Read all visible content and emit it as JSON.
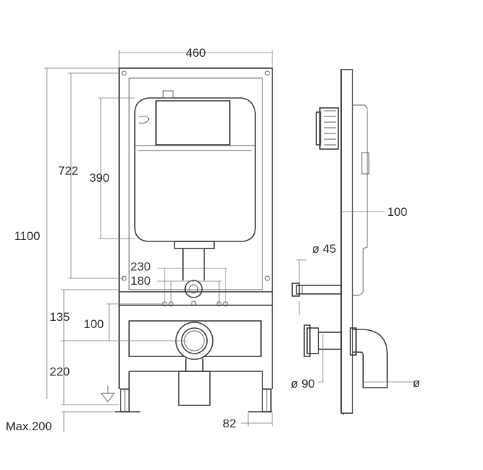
{
  "dims": {
    "width_total": "460",
    "height_total": "1100",
    "height_722": "722",
    "height_390": "390",
    "spacing_230": "230",
    "spacing_180": "180",
    "height_135": "135",
    "height_100_front": "100",
    "height_220": "220",
    "max_200": "Max.200",
    "foot_82": "82",
    "depth_100": "100",
    "diam_45": "ø 45",
    "diam_90": "ø 90",
    "diam_outlet": "ø"
  }
}
